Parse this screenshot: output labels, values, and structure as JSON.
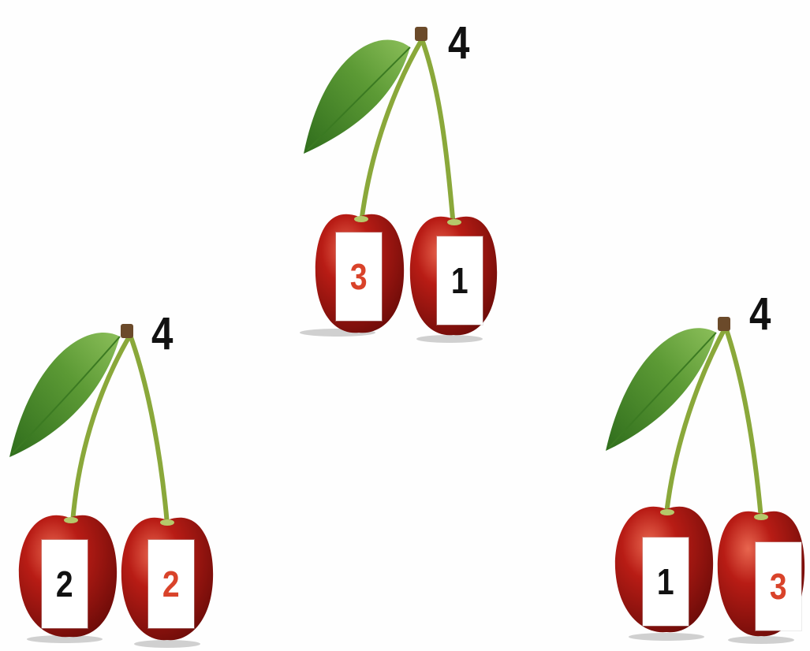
{
  "groups": [
    {
      "id": "top",
      "total": "4",
      "left": {
        "value": "3",
        "color": "#d9432a"
      },
      "right": {
        "value": "1",
        "color": "#111111"
      }
    },
    {
      "id": "bottom-left",
      "total": "4",
      "left": {
        "value": "2",
        "color": "#111111"
      },
      "right": {
        "value": "2",
        "color": "#d9432a"
      }
    },
    {
      "id": "bottom-right",
      "total": "4",
      "left": {
        "value": "1",
        "color": "#111111"
      },
      "right": {
        "value": "3",
        "color": "#d9432a"
      }
    }
  ],
  "colors": {
    "cherry": "#b01a14",
    "stem": "#8aa83a",
    "leaf": "#4f8a2a",
    "stem_knot": "#6b4a2a"
  }
}
